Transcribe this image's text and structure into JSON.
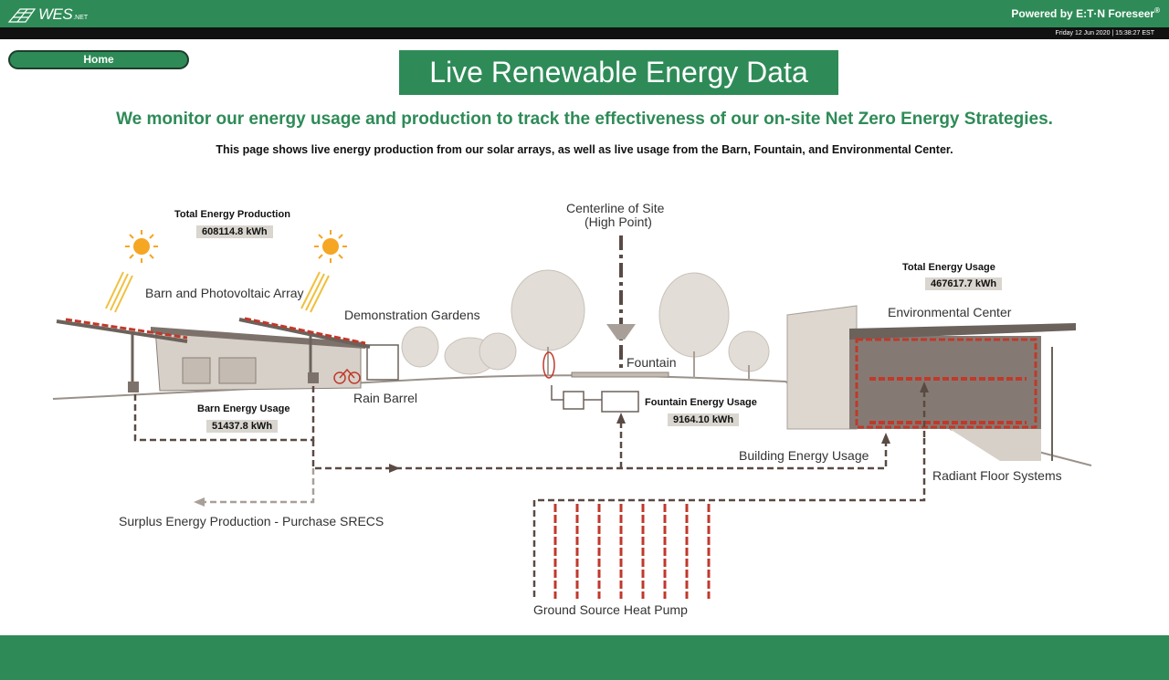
{
  "header": {
    "logo_text": "WES",
    "logo_sub": ".NET",
    "powered_by": "Powered by E:T·N Foreseer",
    "registered": "®",
    "datetime": "Friday 12 Jun 2020 | 15:38:27 EST"
  },
  "nav": {
    "home_label": "Home"
  },
  "page": {
    "title": "Live Renewable Energy Data",
    "subtitle": "We monitor our energy usage and production to track the effectiveness of our on-site Net Zero Energy Strategies.",
    "description": "This page shows live energy production from our solar arrays, as well as live usage from the Barn, Fountain, and Environmental Center."
  },
  "diagram": {
    "labels": {
      "barn_pv": "Barn and Photovoltaic Array",
      "demo_gardens": "Demonstration Gardens",
      "rain_barrel": "Rain Barrel",
      "centerline": "Centerline of Site",
      "high_point": "(High Point)",
      "fountain": "Fountain",
      "env_center": "Environmental Center",
      "building_usage": "Building Energy Usage",
      "radiant_floor": "Radiant Floor Systems",
      "surplus": "Surplus Energy Production - Purchase SRECS",
      "ground_source": "Ground Source Heat Pump"
    },
    "metrics": {
      "total_production": {
        "title": "Total Energy Production",
        "value": "608114.8  kWh"
      },
      "total_usage": {
        "title": "Total Energy Usage",
        "value": "467617.7  kWh"
      },
      "barn_usage": {
        "title": "Barn Energy Usage",
        "value": "51437.8  kWh"
      },
      "fountain_usage": {
        "title": "Fountain Energy Usage",
        "value": "9164.10  kWh"
      }
    }
  },
  "colors": {
    "brand_green": "#2e8b57",
    "flow_line": "#5a4a44",
    "heat_red": "#c0392b",
    "sun": "#f5a623"
  }
}
